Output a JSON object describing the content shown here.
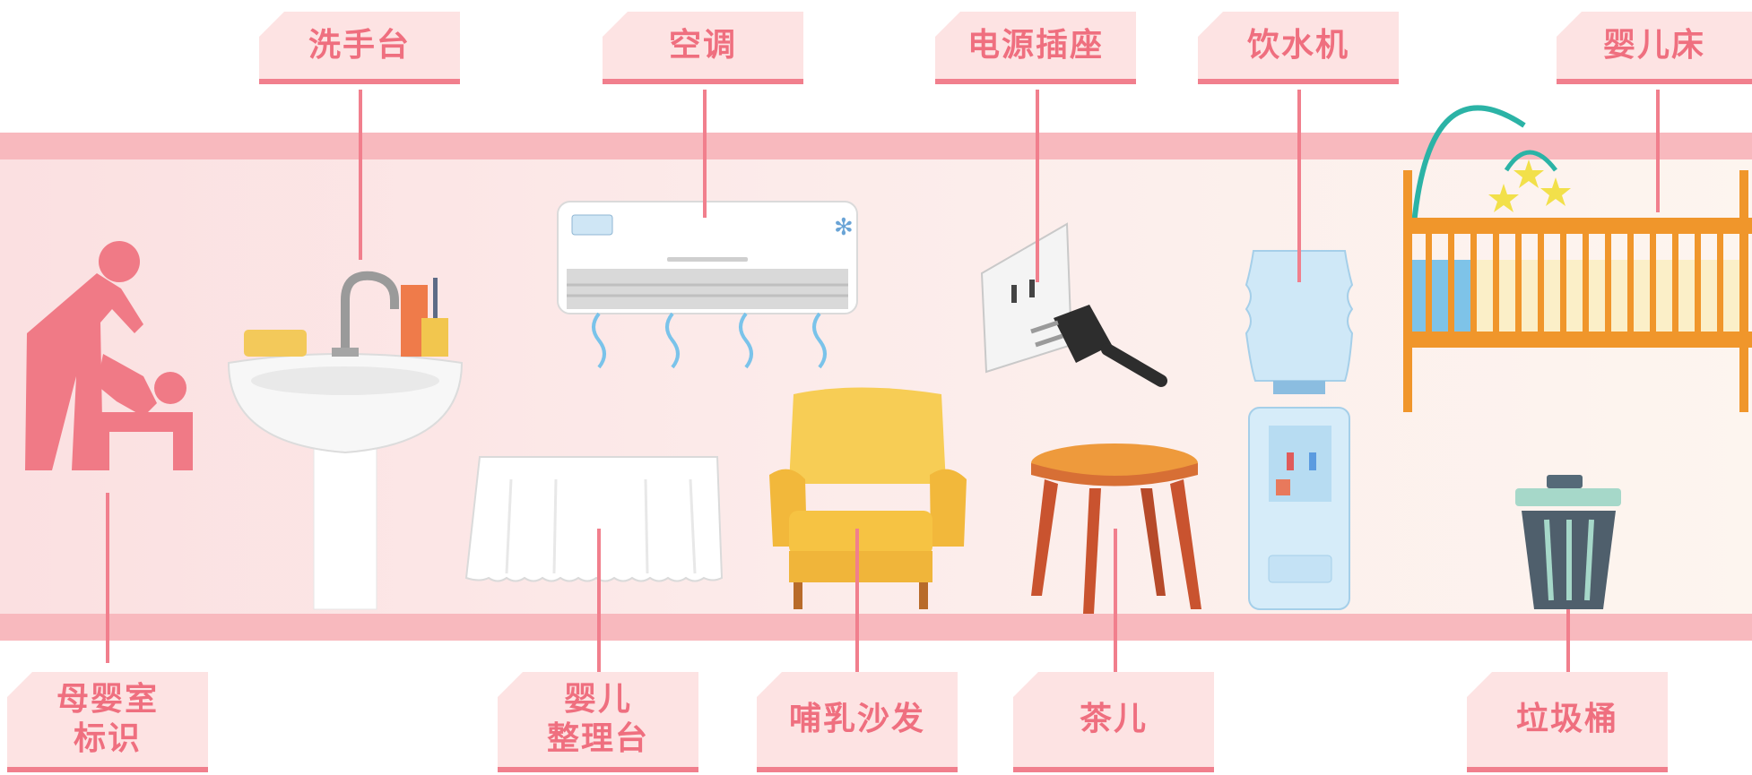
{
  "labels": {
    "sink": "洗手台",
    "air_conditioner": "空调",
    "power_socket": "电源插座",
    "water_dispenser": "饮水机",
    "crib": "婴儿床",
    "mother_baby_sign": "母婴室\n标识",
    "baby_changing_table": "婴儿\n整理台",
    "nursing_sofa": "哺乳沙发",
    "tea_table": "茶儿",
    "trash_bin": "垃圾桶"
  },
  "colors": {
    "accent": "#f17f8d",
    "label_text": "#ef6f7f",
    "label_bg": "#fde3e3",
    "band": "#f8b9be"
  }
}
